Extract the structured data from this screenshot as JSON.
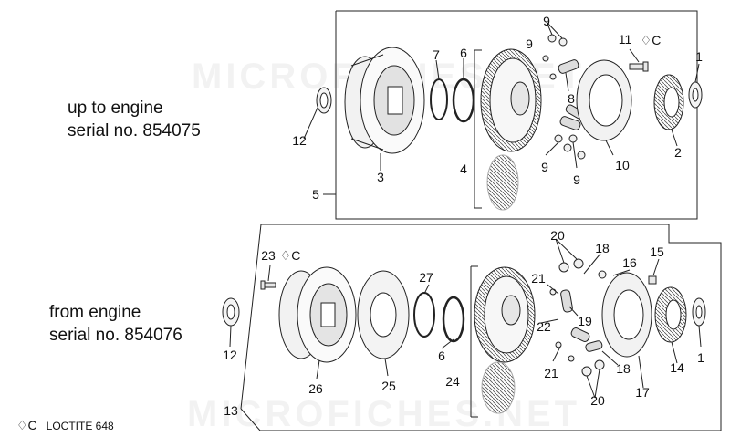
{
  "captions": {
    "upper_line1": "up to engine",
    "upper_line2": "serial no. 854075",
    "lower_line1": "from engine",
    "lower_line2": "serial no. 854076"
  },
  "watermark": "MICROFICHES.NET",
  "legend": {
    "symbol": "♢C",
    "text": "LOCTITE 648"
  },
  "callouts": {
    "upper": [
      "1",
      "2",
      "3",
      "4",
      "5",
      "6",
      "7",
      "8",
      "9",
      "9",
      "9",
      "9",
      "10",
      "11",
      "12"
    ],
    "lower": [
      "1",
      "6",
      "12",
      "13",
      "14",
      "15",
      "16",
      "17",
      "18",
      "18",
      "19",
      "20",
      "20",
      "21",
      "21",
      "22",
      "23",
      "24",
      "25",
      "26",
      "27"
    ]
  },
  "loctite_marks": [
    "♢C",
    "♢C"
  ]
}
